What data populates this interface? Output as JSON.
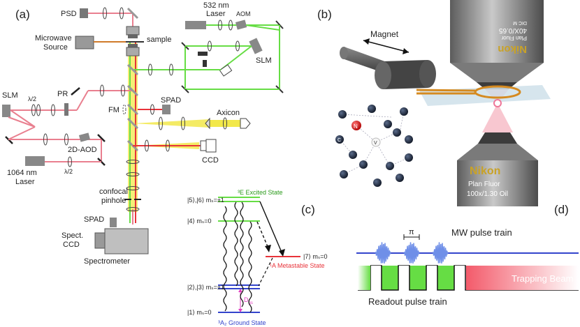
{
  "panels": {
    "a": "(a)",
    "b": "(b)",
    "c": "(c)",
    "d": "(d)"
  },
  "setup": {
    "psd": "PSD",
    "laser532": [
      "532 nm",
      "Laser"
    ],
    "aom": "AOM",
    "sample": "sample",
    "microwave": [
      "Microwave",
      "Source"
    ],
    "slm_right": "SLM",
    "slm_left": "SLM",
    "half_wave_top": "λ/2",
    "half_wave_bottom": "λ/2",
    "pr": "PR",
    "fm": "FM",
    "spad_mid": "SPAD",
    "axicon": "Axicon",
    "aod": "2D-AOD",
    "ccd": "CCD",
    "laser1064": [
      "1064 nm",
      "Laser"
    ],
    "confocal": [
      "confocal",
      "pinhole"
    ],
    "spad_bottom": "SPAD",
    "spect_ccd": [
      "Spect.",
      "CCD"
    ],
    "spectrometer": "Spectrometer"
  },
  "photo": {
    "magnet": "Magnet",
    "obj_top_text": [
      "Nikon",
      "Plan Fluor",
      "40X/0.65",
      "DIC M"
    ],
    "obj_bottom_text": [
      "Nikon",
      "Plan Fluor",
      "100x/1.30 Oil"
    ],
    "atom_n": "N",
    "atom_c": "C",
    "vacancy": "V"
  },
  "levels": {
    "excited_title": "³E Excited State",
    "state_56": "|5⟩,|6⟩ mₛ=±1",
    "state_4": "|4⟩ mₛ=0",
    "state_7": "|7⟩ mₛ=0",
    "metastable": "¹A Metastable State",
    "state_23": "|2⟩,|3⟩ mₛ=±1",
    "dgs": "D",
    "dgs_sub": "gs",
    "state_1": "|1⟩ mₛ=0",
    "ground": "³A₂ Ground State"
  },
  "pulse": {
    "mw_label": "MW pulse train",
    "pi_label": "π",
    "trapping": "Trapping Beam",
    "readout": "Readout pulse train"
  },
  "colors": {
    "green": "#66dd44",
    "red": "#e8333a",
    "blue": "#3344cc",
    "pink": "#e97f8f",
    "yellow": "#f2e84a",
    "mw_blue": "#6f8fe8"
  }
}
